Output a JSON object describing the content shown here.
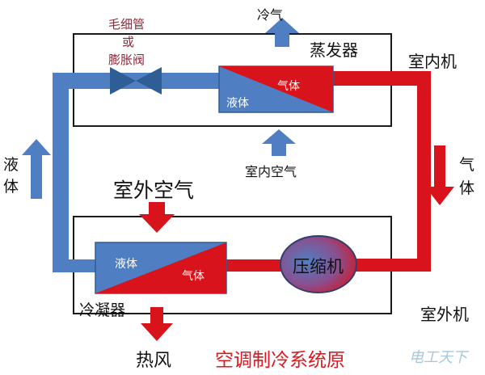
{
  "title": "空调制冷系统原",
  "watermark": "电工天下",
  "labels": {
    "cold_air": "冷气",
    "evaporator": "蒸发器",
    "indoor_unit": "室内机",
    "capillary_line1": "毛细管",
    "capillary_line2": "或",
    "capillary_line3": "膨胀阀",
    "evap_gas": "气体",
    "evap_liquid": "液体",
    "indoor_air": "室内空气",
    "left_liquid": [
      "液",
      "体"
    ],
    "right_gas": [
      "气",
      "体"
    ],
    "outdoor_air": "室外空气",
    "cond_liquid": "液体",
    "cond_gas": "气体",
    "compressor": "压缩机",
    "outdoor_unit": "室外机",
    "condenser": "冷凝器",
    "hot_air": "热风"
  },
  "colors": {
    "blue": "#4f7fc2",
    "red": "#d8131b",
    "dark_blue": "#2f5e97",
    "title_red": "#e0151d",
    "capillary_text": "#8b2a3a"
  }
}
